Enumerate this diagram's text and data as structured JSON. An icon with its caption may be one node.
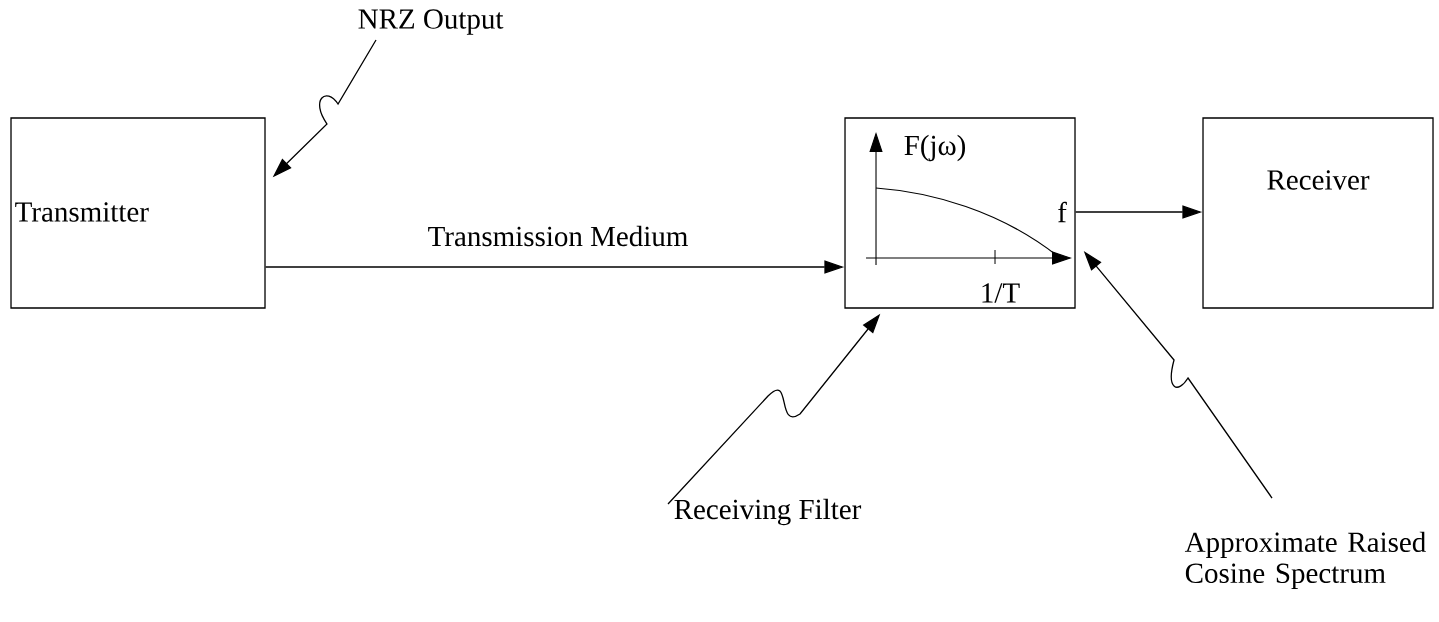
{
  "diagram": {
    "nodes": [
      {
        "text": [
          "Transmitter"
        ]
      },
      {
        "text": [
          "F(jω)",
          "f",
          "1/T"
        ]
      },
      {
        "text": [
          "Receiver"
        ]
      },
      {
        "text": [
          "NRZ Output"
        ]
      },
      {
        "text": [
          "Receiving Filter"
        ]
      },
      {
        "text": [
          "Approximate Raised Cosine Spectrum"
        ]
      }
    ],
    "edges": [
      {
        "from": 0,
        "to": 1,
        "arrow": "to",
        "label": "Transmission Medium"
      },
      {
        "from": 1,
        "to": 2,
        "arrow": "to"
      },
      {
        "from": 3,
        "to": 0,
        "arrow": "to"
      },
      {
        "from": 4,
        "to": 1,
        "arrow": "to"
      },
      {
        "from": 5,
        "to": 1,
        "arrow": "to"
      }
    ]
  }
}
